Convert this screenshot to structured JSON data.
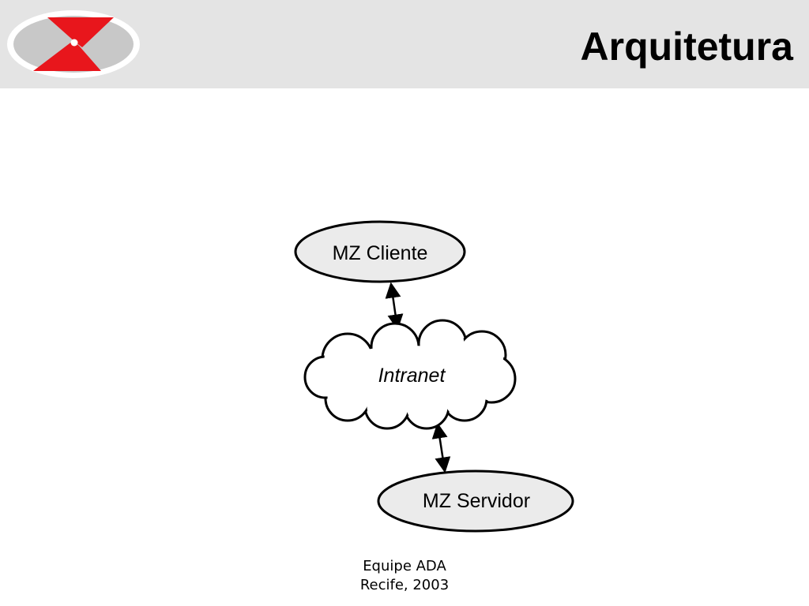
{
  "header": {
    "title": "Arquitetura",
    "logo_icon": "z-logo-icon",
    "logo_colors": {
      "oval": "#c8c8c8",
      "mark": "#e8161c"
    }
  },
  "diagram": {
    "nodes": {
      "client": "MZ Cliente",
      "network": "Intranet",
      "server": "MZ Servidor"
    },
    "connections": [
      {
        "from": "client",
        "to": "network",
        "direction": "both"
      },
      {
        "from": "network",
        "to": "server",
        "direction": "both"
      }
    ],
    "node_fill": "#ebebeb",
    "cloud_fill": "#ffffff",
    "stroke": "#000000"
  },
  "footer": {
    "line1": "Equipe ADA",
    "line2": "Recife, 2003"
  }
}
